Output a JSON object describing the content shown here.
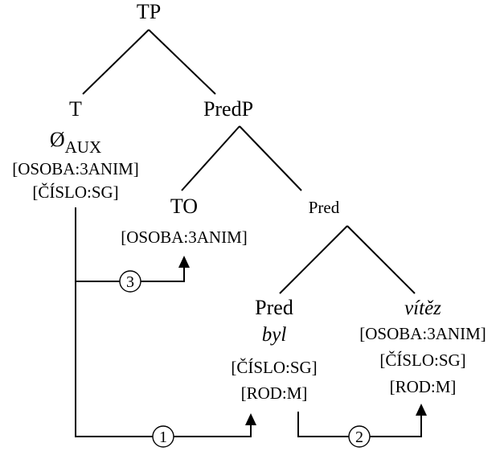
{
  "nodes": {
    "tp": {
      "label": "TP"
    },
    "t": {
      "label": "T",
      "head": "Ø",
      "head_sub": "AUX",
      "features": [
        "[OSOBA:3ANIM]",
        "[ČÍSLO:SG]"
      ]
    },
    "predp": {
      "label": "PredP"
    },
    "to": {
      "label": "TO",
      "features": [
        "[OSOBA:3ANIM]"
      ]
    },
    "pred_bar": {
      "label": "Pred"
    },
    "pred": {
      "label": "Pred",
      "word": "byl",
      "features": [
        "[ČÍSLO:SG]",
        "[ROD:M]"
      ]
    },
    "vitez": {
      "word": "vítěz",
      "features": [
        "[OSOBA:3ANIM]",
        "[ČÍSLO:SG]",
        "[ROD:M]"
      ]
    }
  },
  "agreement_arrows": [
    {
      "number": "1",
      "from": "t",
      "to": "pred"
    },
    {
      "number": "2",
      "from": "pred",
      "to": "vitez"
    },
    {
      "number": "3",
      "from": "t",
      "to": "to"
    }
  ]
}
